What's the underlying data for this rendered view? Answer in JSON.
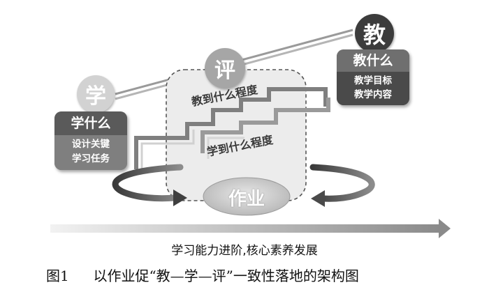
{
  "nodes": {
    "learn": {
      "circle": "学",
      "title": "学什么",
      "lines": [
        "设计关键",
        "学习任务"
      ]
    },
    "assess": {
      "circle": "评",
      "title": "教到什么程度",
      "subtitle": "学到什么程度"
    },
    "teach": {
      "circle": "教",
      "title": "教什么",
      "lines": [
        "教学目标",
        "教学内容"
      ]
    },
    "homework": {
      "label": "作业"
    }
  },
  "bottom_label": "学习能力进阶,核心素养发展",
  "caption": {
    "number": "图1",
    "text": "以作业促“教—学—评”一致性落地的架构图"
  },
  "colors": {
    "dark": "#3f3f3f",
    "mid": "#7a7a7a",
    "light": "#d9d9d9",
    "learn_box": "#6b6b6b",
    "teach_box": "#5a5a5a"
  }
}
